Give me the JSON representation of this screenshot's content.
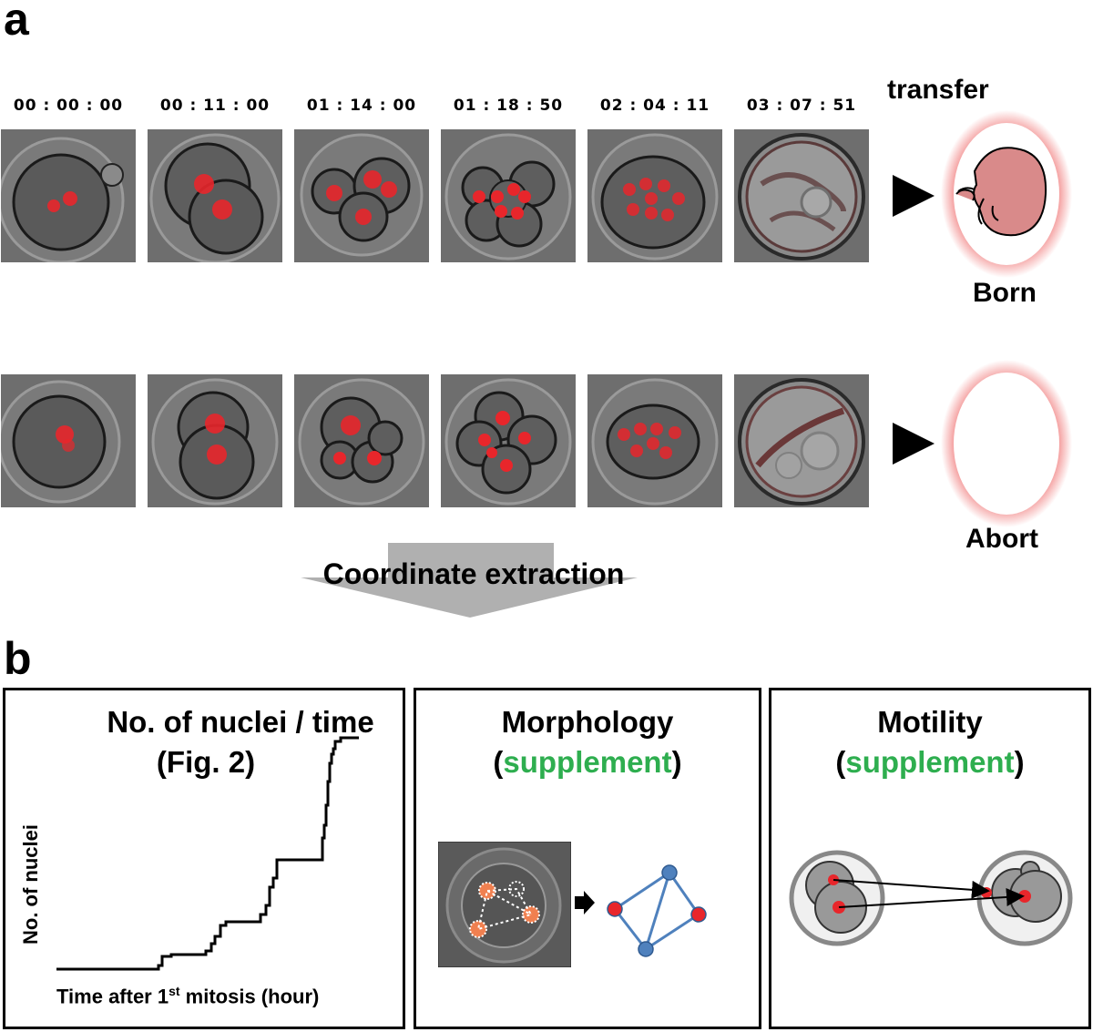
{
  "figure": {
    "panel_a": "a",
    "panel_b": "b",
    "timepoints": [
      "00 : 00 : 00",
      "00 : 11 : 00",
      "01 : 14 : 00",
      "01 : 18 : 50",
      "02 : 04 : 11",
      "03 : 07 : 51"
    ],
    "transfer_label": "transfer",
    "born_label": "Born",
    "abort_label": "Abort",
    "arrow_label": "Coordinate extraction",
    "boxes": {
      "nuclei": {
        "title": "No. of nuclei / time",
        "subtitle": "(Fig. 2)",
        "ylabel": "No. of nuclei",
        "xlabel_pre": "Time after 1",
        "xlabel_sup": "st",
        "xlabel_post": " mitosis (hour)"
      },
      "morphology": {
        "title": "Morphology",
        "open": "(",
        "supplement": "supplement",
        "close": ")"
      },
      "motility": {
        "title": "Motility",
        "open": "(",
        "supplement": "supplement",
        "close": ")"
      }
    },
    "colors": {
      "nucleus_red": "#e8262b",
      "supplement_green": "#2eae4f",
      "glow_pink": "#f28a8a",
      "fetus_pink": "#d98a8a",
      "graph_blue": "#4f81bd"
    }
  }
}
